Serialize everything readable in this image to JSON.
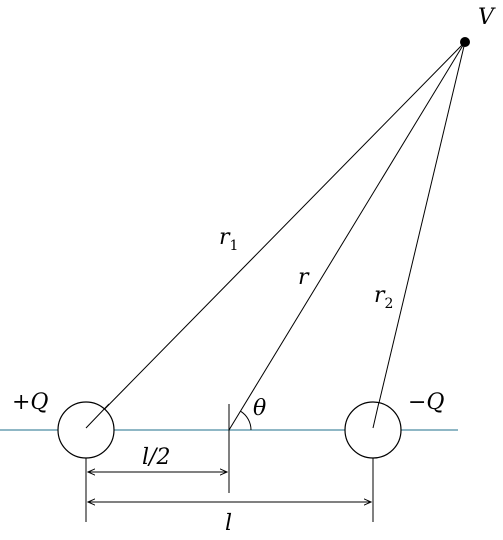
{
  "labels": {
    "point": "V",
    "positive_charge": "+Q",
    "negative_charge": "−Q",
    "r1_main": "r",
    "r1_sub": "1",
    "r": "r",
    "r2_main": "r",
    "r2_sub": "2",
    "theta": "θ",
    "half_length": "l/2",
    "length": "l"
  },
  "colors": {
    "axis": "#1f6f8b",
    "lines": "#000000"
  }
}
